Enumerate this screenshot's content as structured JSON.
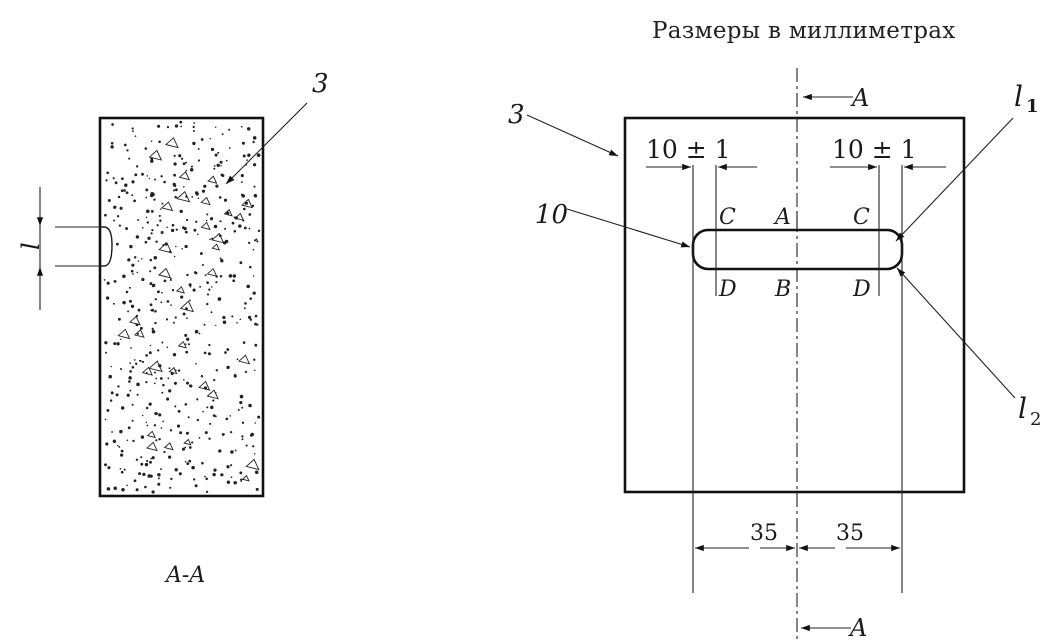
{
  "header": {
    "units": "Размеры в миллиметрах"
  },
  "section_view": {
    "callout_part": "3",
    "dim_label": "l",
    "section_label": "A-A"
  },
  "plan_view": {
    "callout_part": "3",
    "callout_slot": "10",
    "callout_l1": "l",
    "callout_l1_sub": "1",
    "callout_l2": "l",
    "callout_l2_sub": "2",
    "dim_left_top": "10 ± 1",
    "dim_right_top": "10 ± 1",
    "point_C_left": "C",
    "point_A": "A",
    "point_C_right": "C",
    "point_D_left": "D",
    "point_B": "B",
    "point_D_right": "D",
    "dim_bottom_left": "35",
    "dim_bottom_right": "35",
    "section_top": "A",
    "section_bottom": "A"
  }
}
